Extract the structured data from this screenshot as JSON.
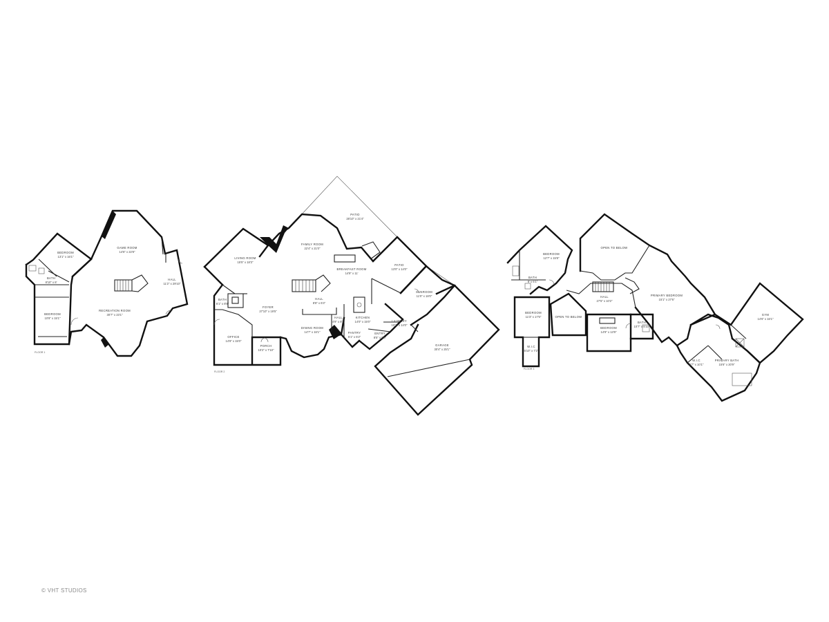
{
  "floors": [
    {
      "label": "FLOOR 1",
      "rooms": [
        {
          "name": "BEDROOM",
          "dims": "13'1\" x 16'1\""
        },
        {
          "name": "BATH",
          "dims": "8'10\" x 8'"
        },
        {
          "name": "BEDROOM",
          "dims": "10'8\" x 15'1\""
        },
        {
          "name": "GAME ROOM",
          "dims": "14'6\" x 22'8\""
        },
        {
          "name": "RECREATION ROOM",
          "dims": "30'7\" x 23'1\""
        },
        {
          "name": "HALL",
          "dims": "11'2\" x 29'10\""
        }
      ]
    },
    {
      "label": "FLOOR 2",
      "rooms": [
        {
          "name": "PATIO",
          "dims": "28'10\" x 21'4\""
        },
        {
          "name": "FAMILY ROOM",
          "dims": "22'4\" x 21'0\""
        },
        {
          "name": "LIVING ROOM",
          "dims": "15'5\" x 18'3\""
        },
        {
          "name": "BREAKFAST ROOM",
          "dims": "14'9\" x 11'"
        },
        {
          "name": "PATIO",
          "dims": "13'0\" x 14'0\""
        },
        {
          "name": "SUNROOM",
          "dims": "11'0\" x 18'0\""
        },
        {
          "name": "BATH",
          "dims": "6'1\" x 8'8\""
        },
        {
          "name": "FOYER",
          "dims": "27'10\" x 19'5\""
        },
        {
          "name": "HALL",
          "dims": "8'8\" x 6'4\""
        },
        {
          "name": "HALL",
          "dims": "4'9\" x 8'7\""
        },
        {
          "name": "KITCHEN",
          "dims": "14'0\" x 15'0\""
        },
        {
          "name": "LAUNDRY",
          "dims": "10'3\" x 14'0\""
        },
        {
          "name": "OFFICE",
          "dims": "14'8\" x 15'0\""
        },
        {
          "name": "PORCH",
          "dims": "10'2\" x 7'10\""
        },
        {
          "name": "DINING ROOM",
          "dims": "14'7\" x 16'1\""
        },
        {
          "name": "PANTRY",
          "dims": "5'1\" x 5'2\""
        },
        {
          "name": "ENTRY",
          "dims": "8'5\" x 9'0\""
        },
        {
          "name": "GARAGE",
          "dims": "30'4\" x 25'1\""
        }
      ]
    },
    {
      "label": "FLOOR 3",
      "rooms": [
        {
          "name": "BEDROOM",
          "dims": "12'7\" x 15'8\""
        },
        {
          "name": "BATH",
          "dims": "8' x 5'1\""
        },
        {
          "name": "OPEN TO BELOW",
          "dims": ""
        },
        {
          "name": "PRIMARY BEDROOM",
          "dims": "15'1\" x 27'6\""
        },
        {
          "name": "HALL",
          "dims": "27'5\" x 10'2\""
        },
        {
          "name": "BEDROOM",
          "dims": "11'3\" x 17'5\""
        },
        {
          "name": "OPEN TO BELOW",
          "dims": ""
        },
        {
          "name": "W.I.C",
          "dims": "5'10\" x 7'2\""
        },
        {
          "name": "BEDROOM",
          "dims": "14'9\" x 13'9\""
        },
        {
          "name": "BATH",
          "dims": "10'7\" x 5'10\""
        },
        {
          "name": "GYM",
          "dims": "14'6\" x 16'1\""
        },
        {
          "name": "W.I.C",
          "dims": "9'7\" x 10'1\""
        },
        {
          "name": "PRIMARY BATH",
          "dims": "15'6\" x 20'9\""
        }
      ]
    }
  ],
  "copyright": "© VHT STUDIOS"
}
